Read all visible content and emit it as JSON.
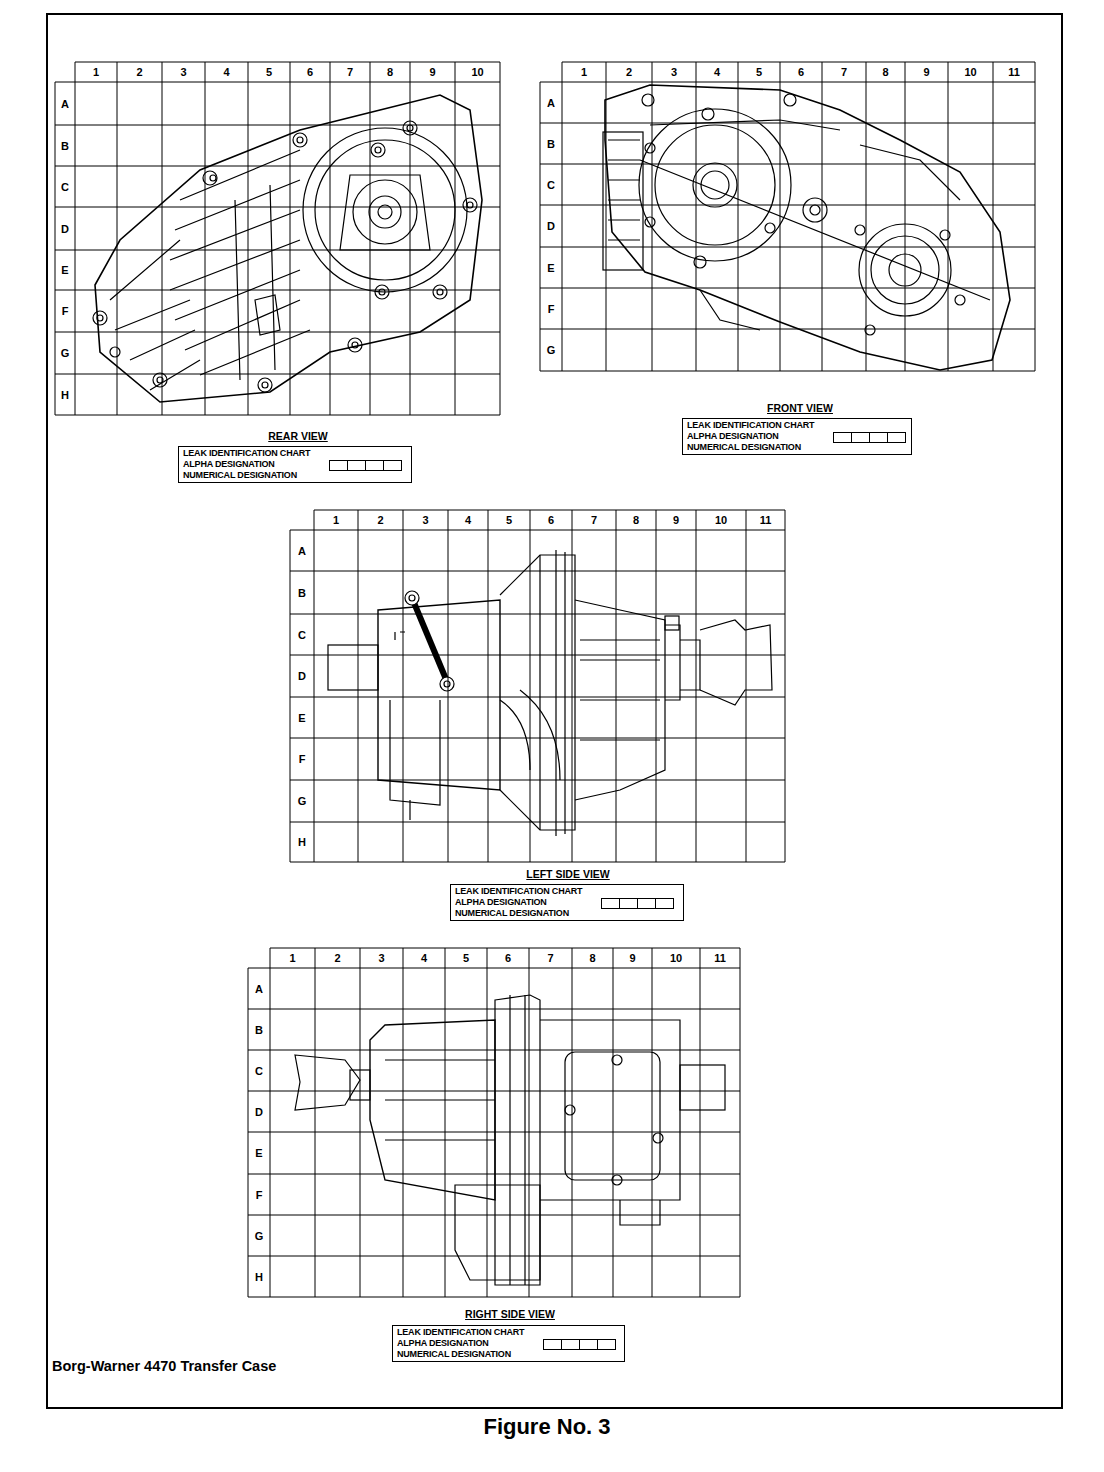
{
  "diagram": {
    "caption": "Figure No. 3",
    "nodes": [
      {
        "text": [
          "LEAK IDENTIFICATION CHART",
          "ALPHA DESIGNATION",
          "NUMERICAL DESIGNATION"
        ]
      },
      {
        "text": [
          "LEAK IDENTIFICATION CHART",
          "ALPHA DESIGNATION",
          "NUMERICAL DESIGNATION"
        ]
      },
      {
        "text": [
          "LEAK IDENTIFICATION CHART",
          "ALPHA DESIGNATION",
          "NUMERICAL DESIGNATION"
        ]
      },
      {
        "text": [
          "LEAK IDENTIFICATION CHART",
          "ALPHA DESIGNATION",
          "NUMERICAL DESIGNATION"
        ]
      }
    ],
    "labels": [
      "1",
      "2",
      "3",
      "4",
      "5",
      "6",
      "7",
      "8",
      "9",
      "10",
      "A",
      "B",
      "C",
      "D",
      "E",
      "F",
      "G",
      "H",
      "REAR VIEW",
      "1",
      "2",
      "3",
      "4",
      "5",
      "6",
      "7",
      "8",
      "9",
      "10",
      "11",
      "A",
      "B",
      "C",
      "D",
      "E",
      "F",
      "G",
      "FRONT VIEW",
      "1",
      "2",
      "3",
      "4",
      "5",
      "6",
      "7",
      "8",
      "9",
      "10",
      "11",
      "A",
      "B",
      "C",
      "D",
      "E",
      "F",
      "G",
      "H",
      "LEFT SIDE VIEW",
      "1",
      "2",
      "3",
      "4",
      "5",
      "6",
      "7",
      "8",
      "9",
      "10",
      "11",
      "A",
      "B",
      "C",
      "D",
      "E",
      "F",
      "G",
      "H",
      "RIGHT SIDE VIEW",
      "Borg-Warner 4470 Transfer Case"
    ]
  }
}
